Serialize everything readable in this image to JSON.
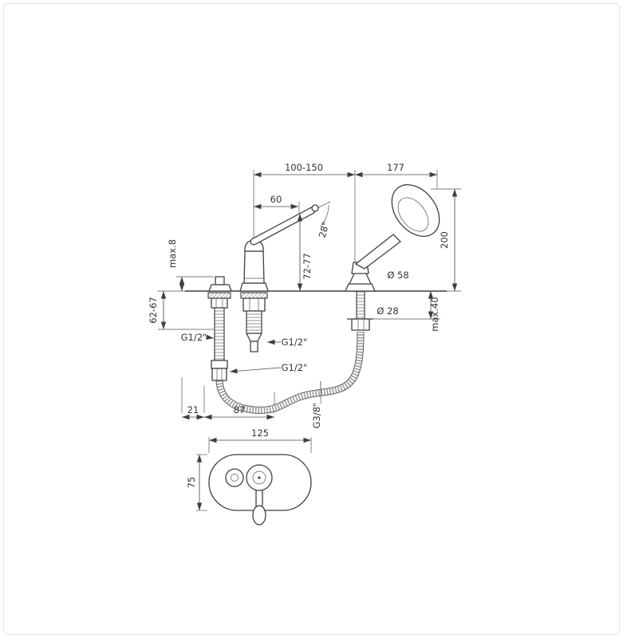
{
  "drawing": {
    "type": "technical-dimension-drawing",
    "subject": "deck-mounted bath mixer with hand shower, side view and escutcheon plan view",
    "colors": {
      "line": "#3f3f3f",
      "text": "#333333",
      "background": "#ffffff",
      "hose": "#9b9b9b"
    },
    "labels": {
      "dim_100_150": "100-150",
      "dim_177": "177",
      "dim_60": "60",
      "dim_angle": "28°",
      "dim_72_77": "72-77",
      "dim_max8": "max.8",
      "dim_62_67": "62-67",
      "dim_200": "200",
      "dim_d58": "Ø 58",
      "dim_d28": "Ø 28",
      "dim_max40": "max.40",
      "g12_left": "G1/2\"",
      "g12_mid": "G1/2\"",
      "g12_low": "G1/2\"",
      "g38": "G3/8\"",
      "dim_21": "21",
      "dim_87": "87",
      "dim_125": "125",
      "dim_75": "75"
    }
  }
}
